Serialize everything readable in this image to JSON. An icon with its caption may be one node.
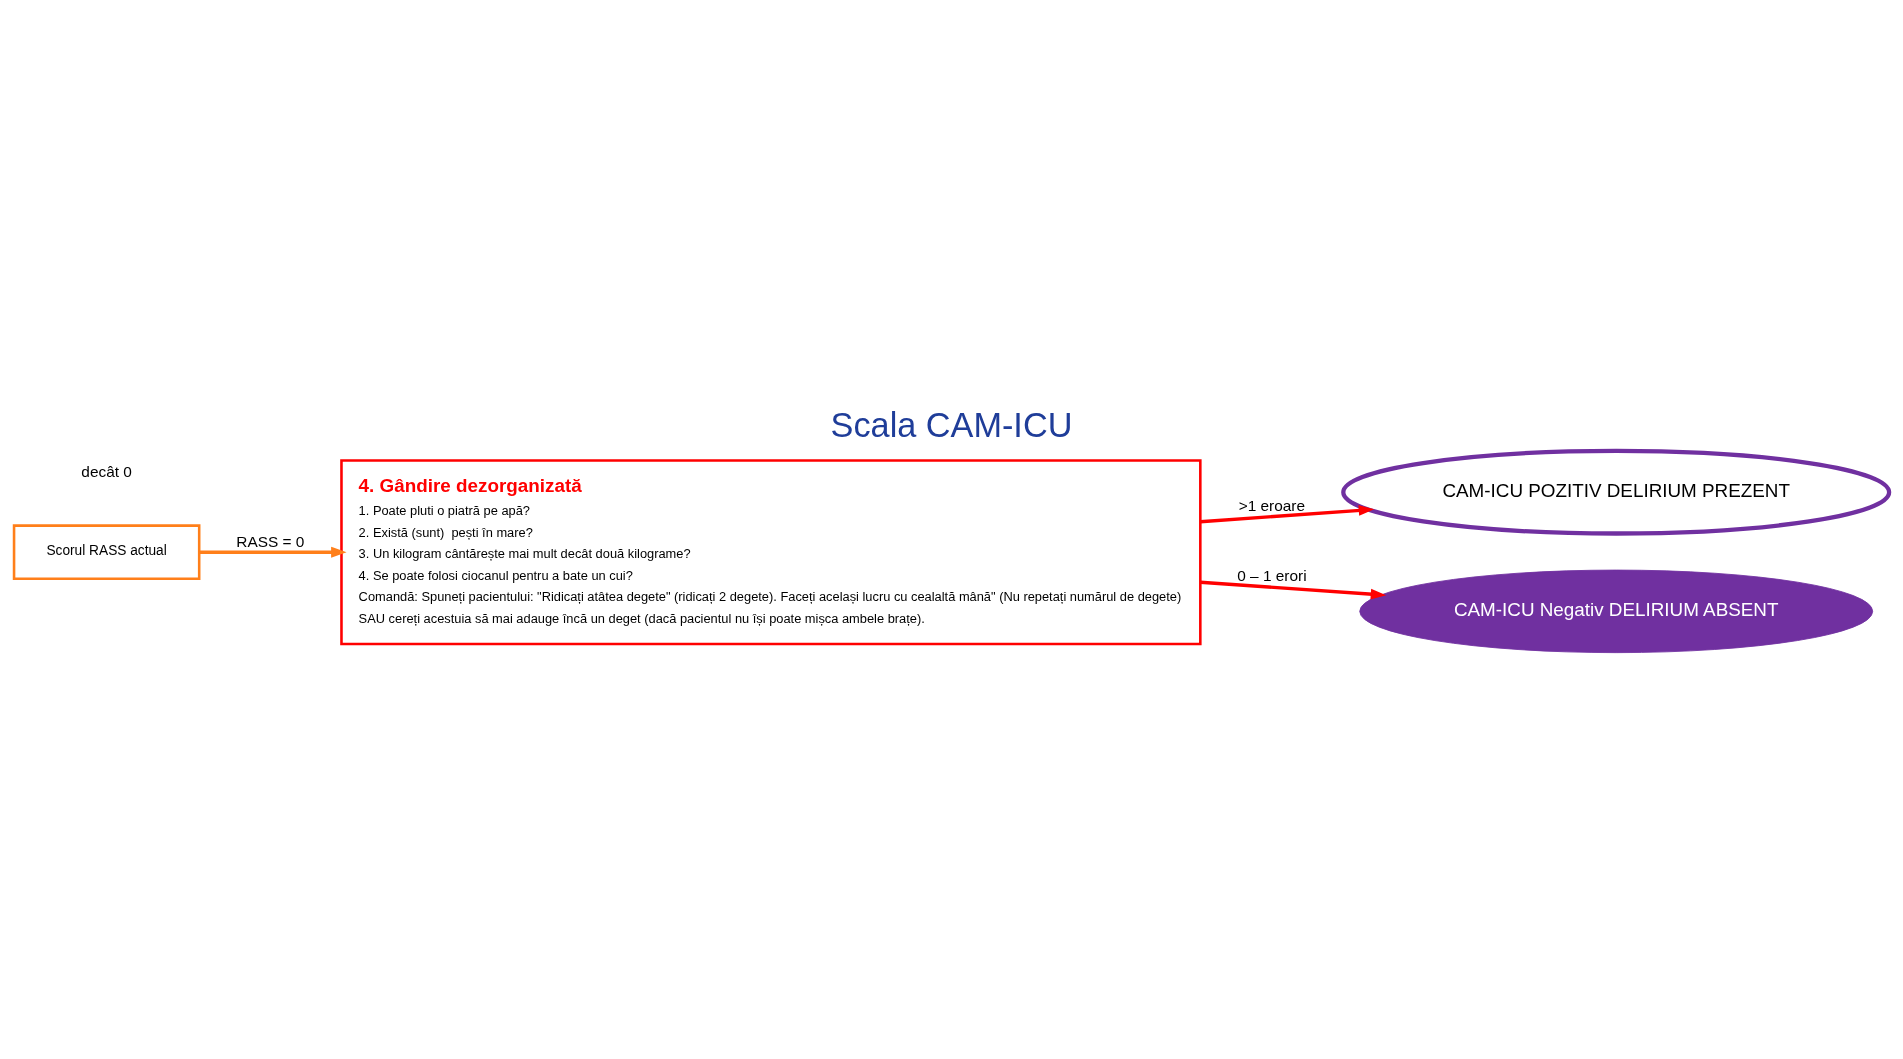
{
  "diagram": {
    "title": "Scala CAM-ICU",
    "nodes": [
      {
        "text": [
          "Scorul RASS actual"
        ]
      },
      {
        "text": [
          "4. Gândire dezorganizată",
          "1. Poate pluti o piatră pe apă?",
          "2. Există (sunt)  pești în mare?",
          "3. Un kilogram cântărește mai mult decât două kilograme?",
          "4. Se poate folosi ciocanul pentru a bate un cui?",
          "Comandă: Spuneți pacientului: \"Ridicați atâtea degete\" (ridicați 2 degete). Faceți același lucru cu cealaltă mână\" (Nu repetați numărul de degete)",
          "SAU cereți acestuia să mai adauge încă un deget (dacă pacientul nu își poate mișca ambele brațe)."
        ]
      },
      {
        "text": [
          "CAM-ICU POZITIV DELIRIUM PREZENT"
        ]
      },
      {
        "text": [
          "CAM-ICU Negativ DELIRIUM ABSENT"
        ]
      }
    ],
    "edges": [
      {
        "from": 0,
        "to": 1,
        "arrow": "to",
        "label": "RASS = 0",
        "color": "#ff7f1a"
      },
      {
        "from": 1,
        "to": 2,
        "arrow": "to",
        "label": ">1 eroare"
      },
      {
        "from": 1,
        "to": 3,
        "arrow": "to",
        "label": "0 – 1 erori"
      }
    ],
    "labels": [
      "decât 0"
    ]
  }
}
